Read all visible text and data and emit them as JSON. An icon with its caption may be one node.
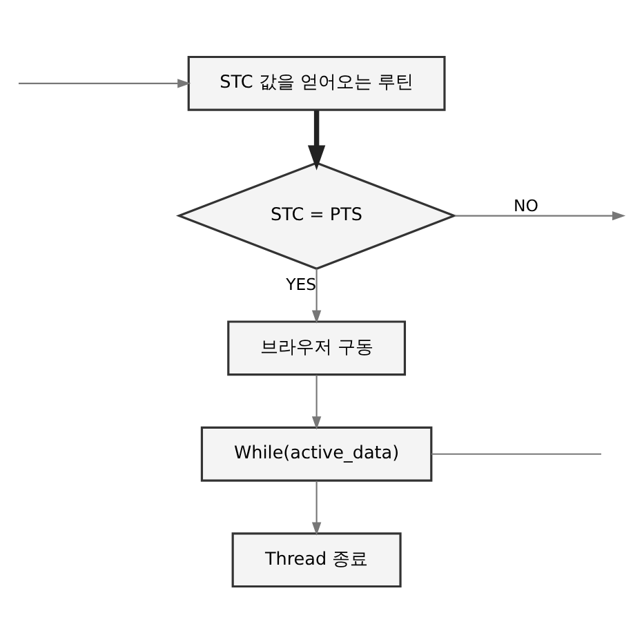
{
  "diagram": {
    "nodes": [
      {
        "text": [
          "STC 값을 얻어오는 루틴"
        ]
      },
      {
        "text": [
          "STC = PTS"
        ]
      },
      {
        "text": [
          "브라우저 구동"
        ]
      },
      {
        "text": [
          "While(active_data)"
        ]
      },
      {
        "text": [
          "Thread 종료"
        ]
      }
    ],
    "edges": [
      {
        "from": null,
        "to": 0,
        "arrow": "to"
      },
      {
        "from": 0,
        "to": 1,
        "arrow": "to",
        "style": "thick"
      },
      {
        "from": 1,
        "to": 2,
        "arrow": "to",
        "label": "YES"
      },
      {
        "from": 1,
        "to": null,
        "arrow": "to",
        "label": "NO"
      },
      {
        "from": 2,
        "to": 3,
        "arrow": "to"
      },
      {
        "from": 3,
        "to": null,
        "arrow": "none"
      },
      {
        "from": 3,
        "to": 4,
        "arrow": "to"
      }
    ]
  }
}
